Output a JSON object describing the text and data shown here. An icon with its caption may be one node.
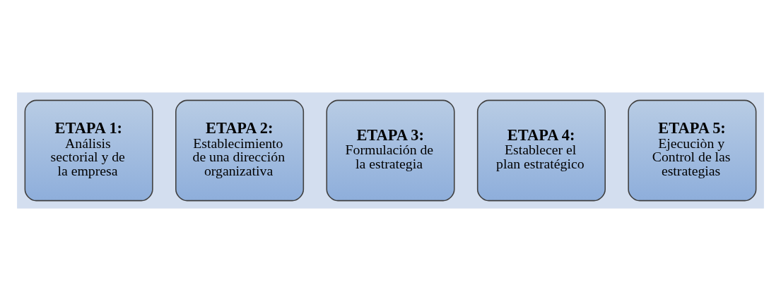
{
  "diagram": {
    "nodes": [
      {
        "text": [],
        "shape": "arrow"
      },
      {
        "text": [
          "ETAPA 1:",
          "Análisis sectorial y de la empresa"
        ],
        "in": 0
      },
      {
        "text": [
          "ETAPA 2:",
          "Establecimiento de una dirección organizativa"
        ],
        "in": 0
      },
      {
        "text": [
          "ETAPA 3:",
          "Formulación de la estrategia"
        ],
        "in": 0
      },
      {
        "text": [
          "ETAPA 4:",
          "Establecer el plan estratégico"
        ],
        "in": 0
      },
      {
        "text": [
          "ETAPA 5:",
          "Ejecuciòn y Control de las estrategias"
        ],
        "in": 0
      }
    ],
    "edges": []
  }
}
